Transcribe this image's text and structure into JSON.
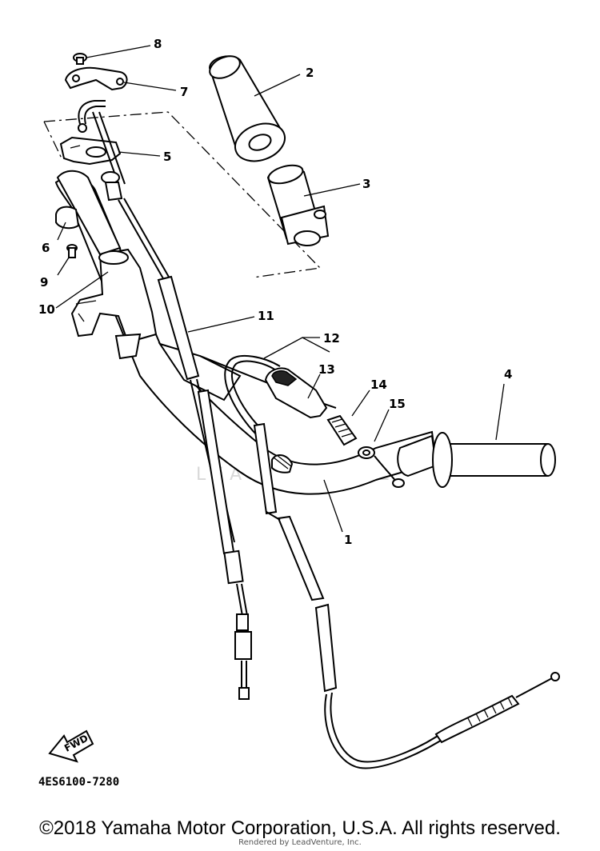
{
  "diagram": {
    "part_numbers": [
      "1",
      "2",
      "3",
      "4",
      "5",
      "6",
      "7",
      "8",
      "9",
      "10",
      "11",
      "12",
      "13",
      "14",
      "15"
    ],
    "watermark": "LEADVENTURE",
    "fwd_label": "FWD",
    "diagram_code": "4ES6100-7280"
  },
  "footer": {
    "copyright": "©2018 Yamaha Motor Corporation, U.S.A. All rights reserved.",
    "rendered_by": "Rendered by LeadVenture, Inc."
  }
}
